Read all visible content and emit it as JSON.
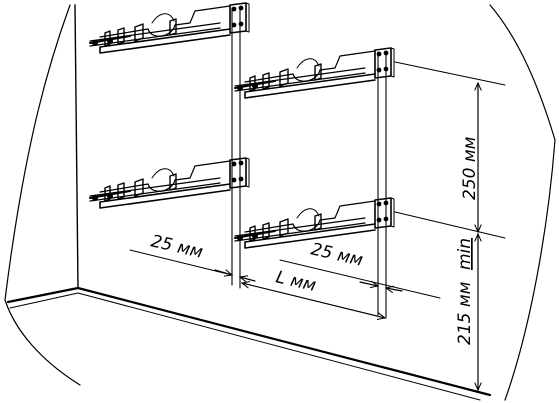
{
  "diagram": {
    "labels": {
      "offset_left": "25 мм",
      "offset_right": "25 мм",
      "spacing": "L мм",
      "vertical_spacing": "250 мм",
      "floor_clearance": "215 мм",
      "floor_clearance_suffix": "min"
    },
    "colors": {
      "ink": "#000000",
      "background": "#ffffff"
    }
  }
}
